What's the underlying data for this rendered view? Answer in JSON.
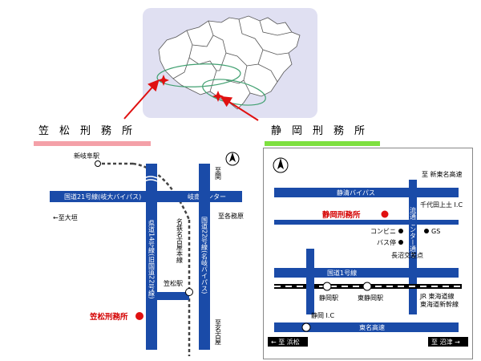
{
  "facilities": [
    {
      "name": "笠松刑務所",
      "underline_color": "#f4a0a8"
    },
    {
      "name": "静岡刑務所",
      "underline_color": "#7ee040"
    }
  ],
  "map_left": {
    "station_gifu": "新岐阜駅",
    "route21": "国道21号線(岐大バイパス)",
    "gifu_nan": "岐南インター",
    "to_seki": "至関",
    "to_ogaki": "←至大垣",
    "to_kakamigahara": "至各務原",
    "pref14": "県道14号線(旧国道22号線)",
    "meitetsu": "名鉄名古屋本線",
    "route22": "国道22号線(名岐バイパス)",
    "kasamatsu_station": "笠松駅",
    "prison": "笠松刑務所",
    "to_nagoya": "至名古屋"
  },
  "map_right": {
    "shizushimizu": "静清バイパス",
    "to_shintomei": "至 新東名高速",
    "chiyoda": "千代田上土 I.C",
    "prison": "静岡刑務所",
    "ryutsu": "流通センター通り",
    "convenience": "コンビニ",
    "gs": "GS",
    "bus_stop": "バス停",
    "naganuma": "長沼交差点",
    "route1": "国道1号線",
    "shizuoka_station": "静岡駅",
    "higashi_shizuoka": "東静岡駅",
    "jr": "JR 東海道線",
    "shinkansen": "東海道新幹線",
    "shizuoka_ic": "静岡 I.C",
    "tomei": "東名高速",
    "to_hamamatsu": "← 至 浜松",
    "to_numazu": "至 沼津 →"
  }
}
